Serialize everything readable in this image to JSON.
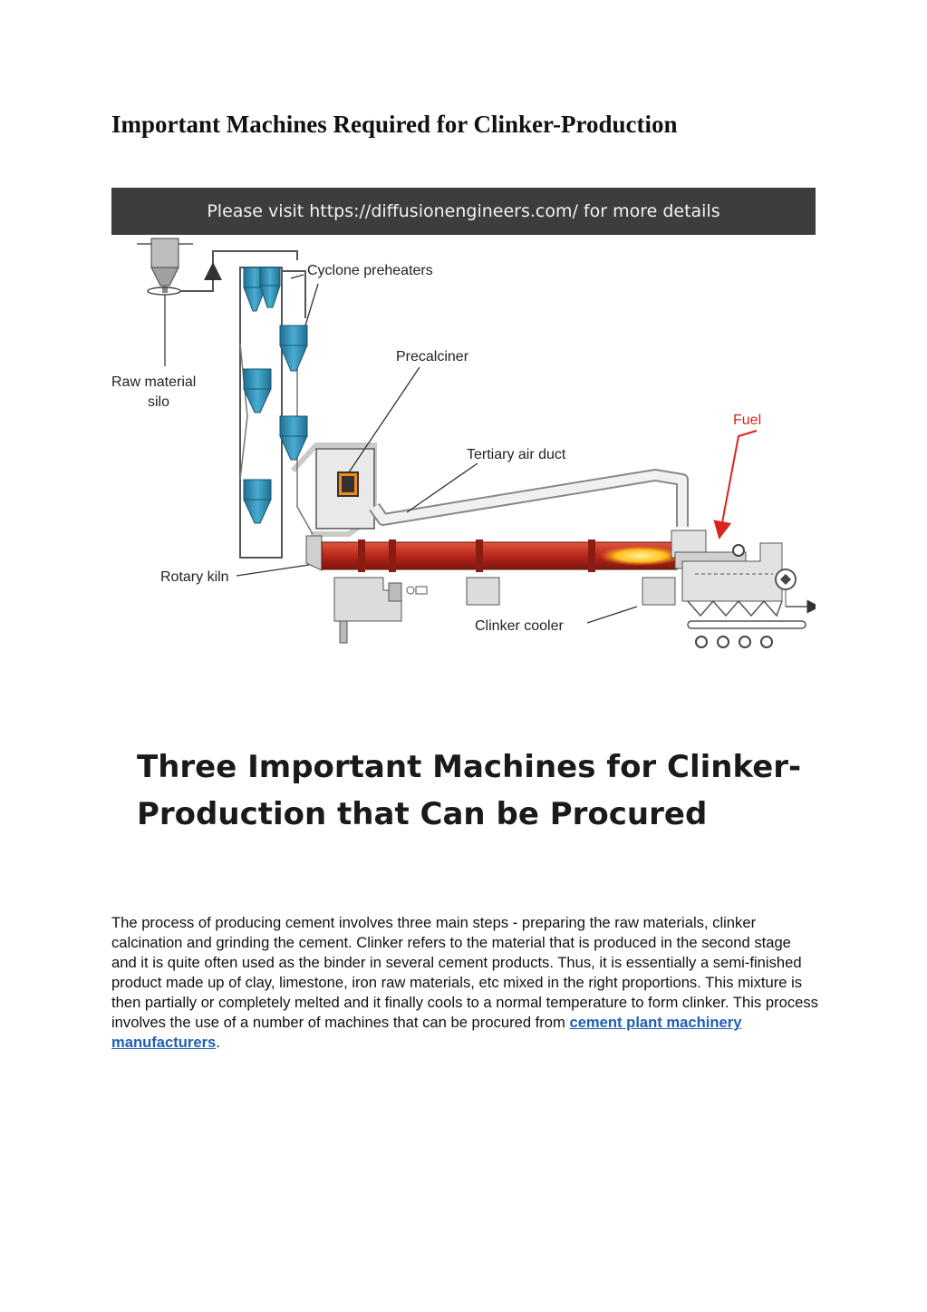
{
  "document": {
    "title": "Important Machines Required for Clinker-Production"
  },
  "banner": {
    "text": "Please visit https://diffusionengineers.com/ for more details"
  },
  "diagram": {
    "labels": {
      "cyclone_preheaters": "Cyclone preheaters",
      "precalciner": "Precalciner",
      "raw_material_silo_line1": "Raw material",
      "raw_material_silo_line2": "silo",
      "fuel": "Fuel",
      "tertiary_air_duct": "Tertiary air duct",
      "rotary_kiln": "Rotary kiln",
      "clinker_cooler": "Clinker cooler"
    },
    "colors": {
      "equipment_blue": "#2f8fb5",
      "kiln_red": "#c0291c",
      "fuel_red": "#d9231c",
      "flame_yellow": "#ffc21a"
    }
  },
  "section": {
    "heading_line1": "Three Important Machines for Clinker-",
    "heading_line2": "Production that Can be Procured"
  },
  "paragraph": {
    "text_before_link": "The process of producing cement involves three main steps - preparing the raw materials, clinker calcination and grinding the cement. Clinker refers to the material that is produced in the second stage and it is quite often used as the binder in several cement products. Thus, it is essentially a semi-finished product made up of clay, limestone, iron raw materials, etc mixed in the right proportions. This mixture is then partially or completely melted and it finally cools to a normal temperature to form clinker. This process involves the use of a number of machines that can be procured from ",
    "link_text": "cement plant machinery manufacturers",
    "text_after_link": "."
  }
}
